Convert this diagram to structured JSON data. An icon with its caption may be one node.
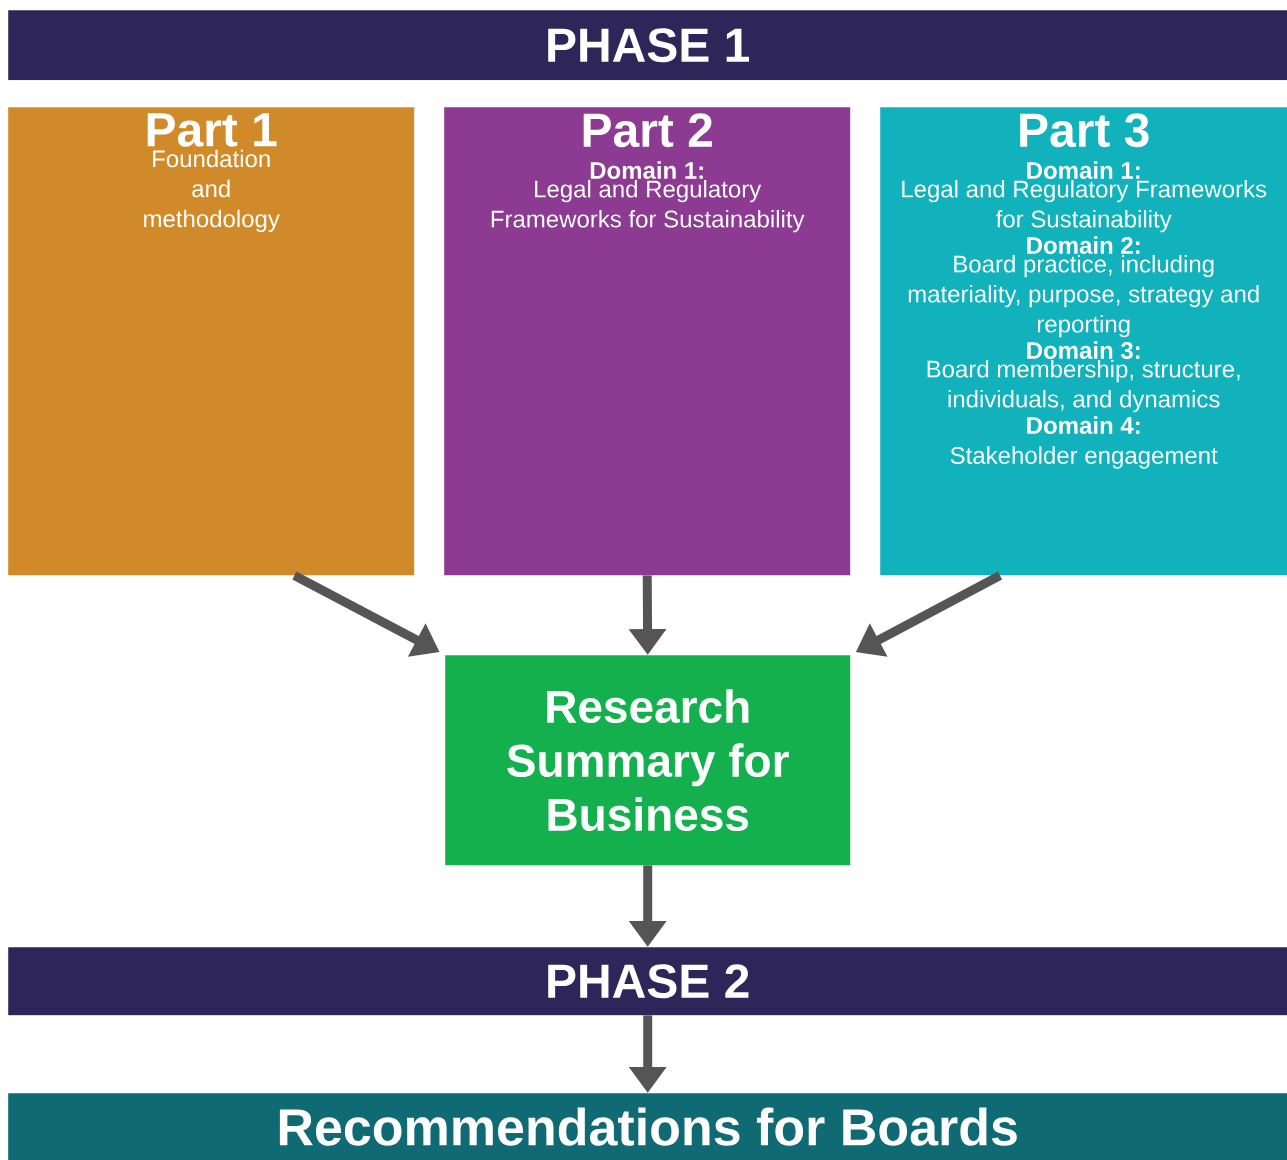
{
  "diagram": {
    "nodes": [
      {
        "text": [
          "PHASE 1"
        ]
      },
      {
        "text": [
          "Part 1",
          "Foundation and methodology"
        ]
      },
      {
        "text": [
          "Part 2",
          "Domain 1:",
          "Legal and Regulatory Frameworks for Sustainability"
        ]
      },
      {
        "text": [
          "Part 3",
          "Domain 1:",
          "Legal and Regulatory Frameworks for Sustainability",
          "Domain 2:",
          "Board practice, including materiality, purpose, strategy and reporting",
          "Domain 3:",
          "Board membership, structure, individuals, and dynamics",
          "Domain 4:",
          "Stakeholder engagement"
        ]
      },
      {
        "text": [
          "Research Summary for Business"
        ]
      },
      {
        "text": [
          "PHASE 2"
        ]
      },
      {
        "text": [
          "Recommendations for Boards"
        ]
      }
    ],
    "edges": [
      {
        "from": 1,
        "to": 4,
        "arrow": "to"
      },
      {
        "from": 2,
        "to": 4,
        "arrow": "to"
      },
      {
        "from": 3,
        "to": 4,
        "arrow": "to"
      },
      {
        "from": 4,
        "to": 5,
        "arrow": "to"
      },
      {
        "from": 5,
        "to": 6,
        "arrow": "to"
      }
    ]
  }
}
